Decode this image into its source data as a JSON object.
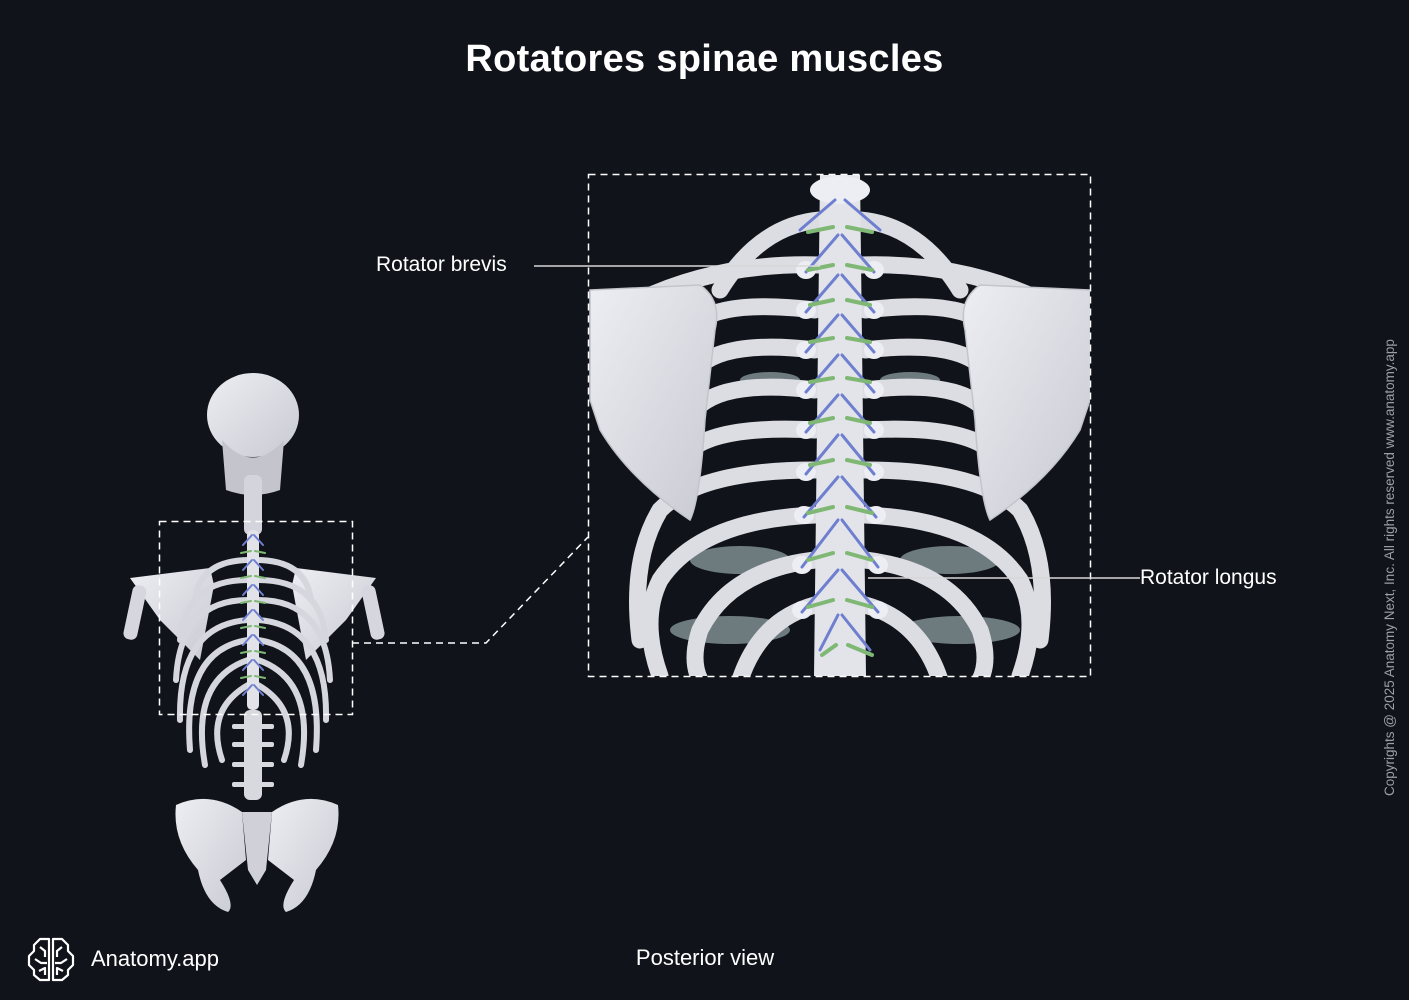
{
  "title": "Rotatores spinae muscles",
  "view": "Posterior view",
  "brand": {
    "name": "Anatomy.app",
    "icon": "brain-icon"
  },
  "copyright": "Copyrights @ 2025 Anatomy Next, Inc. All rights reserved www.anatomy.app",
  "labels": {
    "rotator_brevis": "Rotator brevis",
    "rotator_longus": "Rotator longus"
  },
  "colors": {
    "background": "#101319",
    "bone": "#dcdde3",
    "rotator_brevis": "#7fb874",
    "rotator_longus": "#6f7fd0",
    "cartilage": "#b9d0d2",
    "leader_line": "#d8d8d8"
  },
  "figures": {
    "full_skeleton": "Posterior view of full axial skeleton with pectoral girdle and pelvis",
    "zoom_inset": "Magnified thoracic region showing rotatores muscles"
  }
}
